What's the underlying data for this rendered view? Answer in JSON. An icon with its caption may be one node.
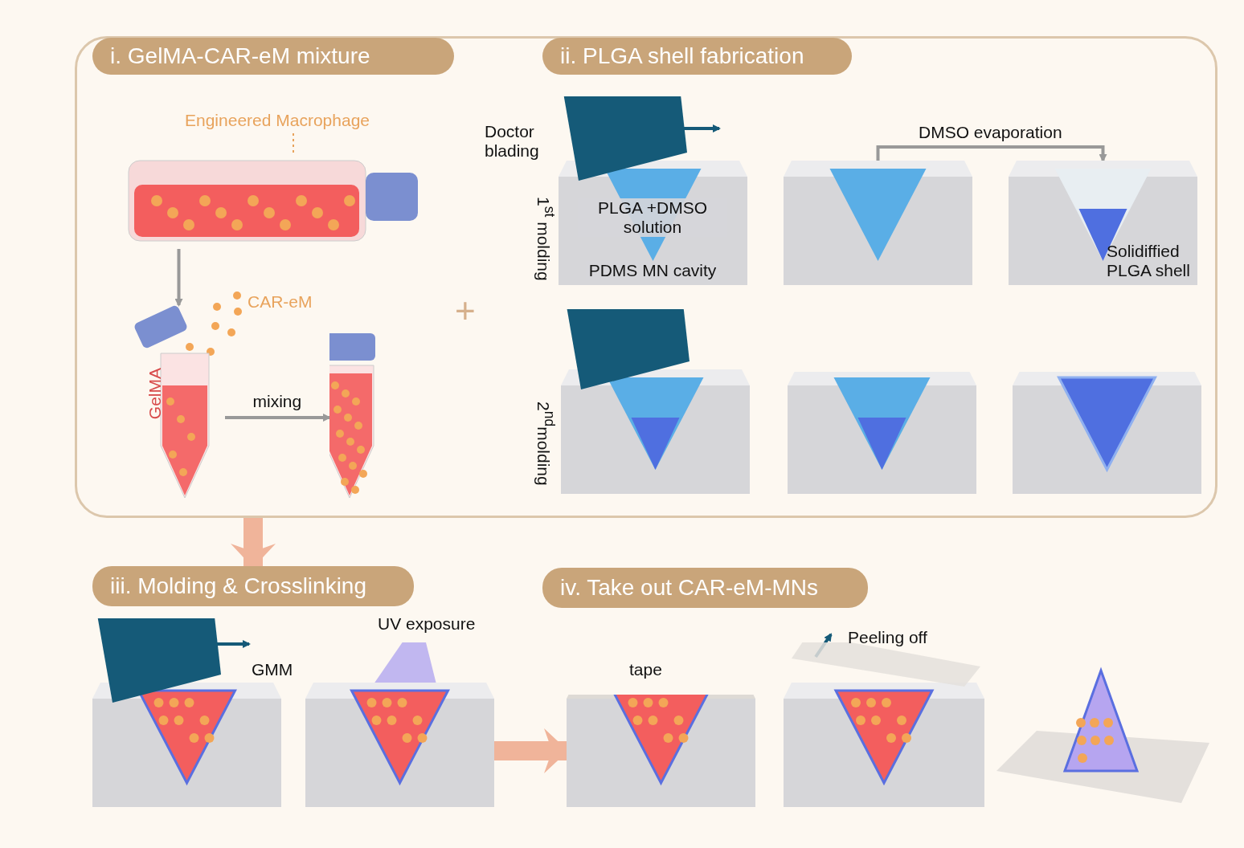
{
  "diagram": {
    "nodes": [
      {
        "text": [],
        "shape": "box"
      },
      {
        "text": [
          "i. GelMA-CAR-eM mixture"
        ],
        "in": 0
      },
      {
        "text": [
          "ii. PLGA shell fabrication"
        ],
        "in": 0
      },
      {
        "text": [
          "iii. Molding & Crosslinking"
        ]
      },
      {
        "text": [
          "iv. Take out CAR-eM-MNs"
        ]
      },
      {
        "text": [],
        "shape": "picture",
        "in": 0
      },
      {
        "text": [
          "Engineered Macrophage"
        ],
        "in": 0
      },
      {
        "text": [
          "GelMA"
        ],
        "in": 0
      },
      {
        "text": [],
        "shape": "picture",
        "in": 0
      },
      {
        "text": [
          "PLGA +DMSO solution",
          "PDMS MN cavity"
        ],
        "in": 0,
        "beside": [
          "Doctor blading",
          "1$^{st}$ molding"
        ]
      },
      {
        "text": [],
        "shape": "picture",
        "in": 0
      },
      {
        "text": [
          "Solidiffied PLGA shell"
        ],
        "in": 0
      },
      {
        "text": [],
        "shape": "picture",
        "in": 0,
        "beside": [
          "2$^{nd}$molding"
        ]
      },
      {
        "text": [],
        "shape": "picture",
        "in": 0
      },
      {
        "text": [],
        "shape": "picture",
        "in": 0
      },
      {
        "text": [],
        "shape": "picture",
        "beside": [
          "GMM"
        ]
      },
      {
        "text": [],
        "shape": "picture",
        "beside": [
          "UV exposure"
        ]
      },
      {
        "text": [],
        "shape": "picture",
        "beside": [
          "tape"
        ]
      },
      {
        "text": [],
        "shape": "picture",
        "beside": [
          "Peeling off"
        ]
      },
      {
        "text": [],
        "shape": "picture"
      }
    ],
    "edges": [
      {
        "from": 6,
        "to": 5,
        "arrow": "none",
        "style": "dashed",
        "color": "#e8a35c"
      },
      {
        "from": 5,
        "to": 7,
        "arrow": "to"
      },
      {
        "from": 7,
        "to": 8,
        "arrow": "to",
        "label": "mixing"
      },
      {
        "from": 10,
        "to": 11,
        "arrow": "to",
        "label": "DMSO evaporation"
      },
      {
        "from": 0,
        "to": 3,
        "arrow": "to",
        "style": "thick",
        "color": "#f0b49a"
      },
      {
        "from": 16,
        "to": 17,
        "arrow": "to",
        "style": "thick",
        "color": "#f0b49a"
      }
    ],
    "labels": [
      "CAR-eM",
      "+"
    ]
  }
}
